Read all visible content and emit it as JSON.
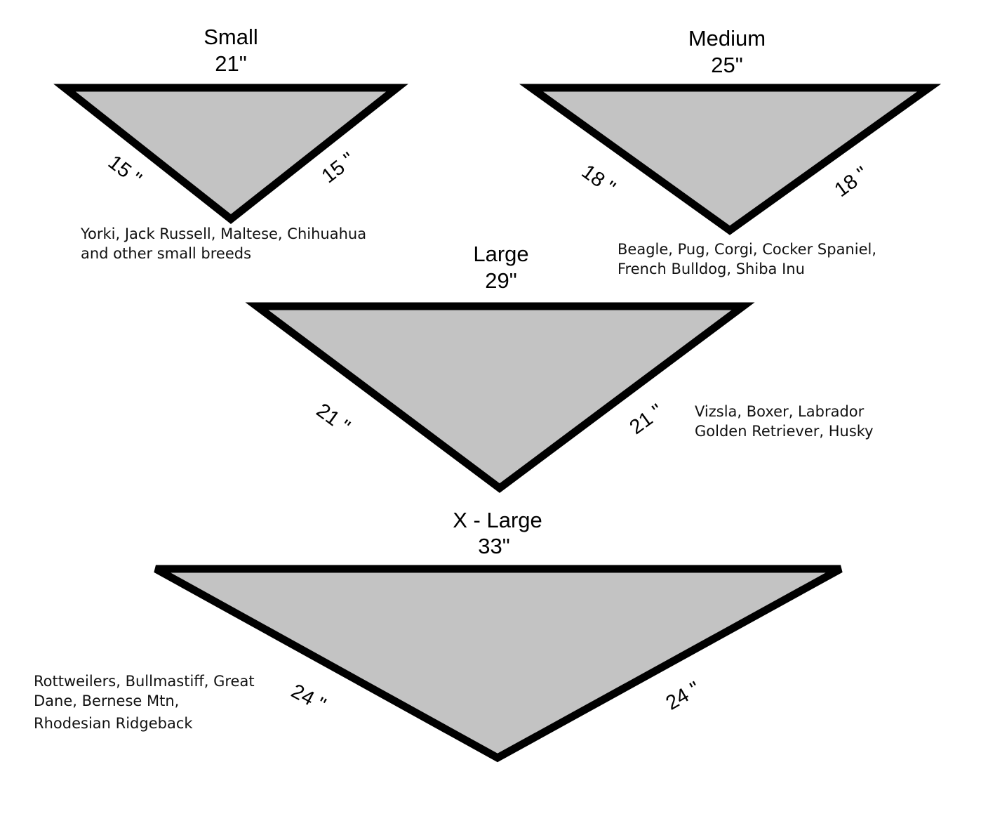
{
  "colors": {
    "fabric_fill": "#c3c3c3",
    "outline": "#000000",
    "background": "#ffffff"
  },
  "sizes": [
    {
      "name": "Small",
      "width_label": "21\"",
      "left_side_label": "15 \"",
      "right_side_label": "15 \"",
      "breeds": [
        "Yorki, Jack Russell, Maltese, Chihuahua",
        "and other small breeds"
      ]
    },
    {
      "name": "Medium",
      "width_label": "25\"",
      "left_side_label": "18 \"",
      "right_side_label": "18 \"",
      "breeds": [
        "Beagle, Pug, Corgi, Cocker Spaniel,",
        "French Bulldog, Shiba Inu"
      ]
    },
    {
      "name": "Large",
      "width_label": "29\"",
      "left_side_label": "21 \"",
      "right_side_label": "21 \"",
      "breeds": [
        "Vizsla, Boxer, Labrador",
        "Golden Retriever, Husky"
      ]
    },
    {
      "name": "X - Large",
      "width_label": "33\"",
      "left_side_label": "24 \"",
      "right_side_label": "24 \"",
      "breeds": [
        "Rottweilers, Bullmastiff, Great",
        "Dane, Bernese Mtn,",
        "Rhodesian Ridgeback"
      ]
    }
  ]
}
